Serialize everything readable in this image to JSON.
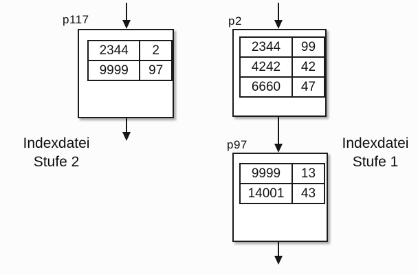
{
  "diagram": {
    "title_implicit": "",
    "colors": {
      "line": "#161616",
      "box_background": "#ffffff",
      "page_background": "#fcfcfc"
    },
    "nodes": [
      {
        "id": "p117",
        "label": "p117",
        "rows": [
          [
            "2344",
            "2"
          ],
          [
            "9999",
            "97"
          ]
        ]
      },
      {
        "id": "p2",
        "label": "p2",
        "rows": [
          [
            "2344",
            "99"
          ],
          [
            "4242",
            "42"
          ],
          [
            "6660",
            "47"
          ]
        ]
      },
      {
        "id": "p97",
        "label": "p97",
        "rows": [
          [
            "9999",
            "13"
          ],
          [
            "14001",
            "43"
          ]
        ]
      }
    ],
    "edges": [
      {
        "from": "above",
        "to": "p117",
        "shape": "arrow-down"
      },
      {
        "from": "p117",
        "to": "below",
        "shape": "arrow-down"
      },
      {
        "from": "above",
        "to": "p2",
        "shape": "arrow-down"
      },
      {
        "from": "p2",
        "to": "p97",
        "shape": "arrow-down"
      },
      {
        "from": "p97",
        "to": "below",
        "shape": "arrow-down"
      }
    ],
    "captions": {
      "level2": {
        "line1": "Indexdatei",
        "line2": "Stufe 2"
      },
      "level1": {
        "line1": "Indexdatei",
        "line2": "Stufe 1"
      }
    }
  }
}
